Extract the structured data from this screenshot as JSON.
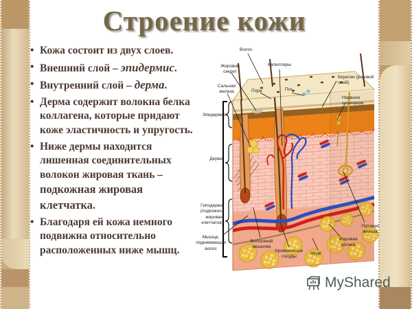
{
  "title": "Строение кожи",
  "ui": {
    "bullet_char": "•"
  },
  "bullets": [
    {
      "segments": [
        {
          "text": "Кожа состоит из двух слоев."
        }
      ]
    },
    {
      "segments": [
        {
          "text": "Внешний слой – "
        },
        {
          "text": "эпидермис",
          "style": "emphasis-italic"
        },
        {
          "text": "."
        }
      ]
    },
    {
      "segments": [
        {
          "text": "Внутренний слой – "
        },
        {
          "text": "дерма",
          "style": "emphasis-italic"
        },
        {
          "text": "."
        }
      ]
    },
    {
      "segments": [
        {
          "text": "Дерма содержит волокна белка коллагена, которые придают коже эластичность и упругость."
        }
      ]
    },
    {
      "segments": [
        {
          "text": "Ниже дермы находится лишенная соединительных волокон жировая ткань – "
        },
        {
          "text": "подкожная жировая клетчатка",
          "style": "emphasis-bold"
        },
        {
          "text": "."
        }
      ]
    },
    {
      "segments": [
        {
          "text": "Благодаря ей кожа немного подвижна относительно расположенных ниже мышц."
        }
      ]
    }
  ],
  "diagram": {
    "description": "Анатомическая схема строения кожи (поперечный срез)",
    "labels": [
      {
        "id": "hair",
        "text": "Волос"
      },
      {
        "id": "sebum",
        "text": "Жировой секрет"
      },
      {
        "id": "capillaries",
        "text": "Капилляры"
      },
      {
        "id": "sebaceous-gland",
        "text": "Сальная железа"
      },
      {
        "id": "pore",
        "text": "Пора"
      },
      {
        "id": "sweat",
        "text": "Пот"
      },
      {
        "id": "keratin",
        "text": "Кератин (роговой слой)"
      },
      {
        "id": "nerve-ending",
        "text": "Нервное окончание"
      },
      {
        "id": "epidermis",
        "text": "Эпидермис"
      },
      {
        "id": "dermis",
        "text": "Дерма"
      },
      {
        "id": "hypodermis",
        "text": "Гиподерма (подкожно- жировая клетчатка)"
      },
      {
        "id": "arrector-muscle",
        "text": "Мышца, поднимающая волос"
      },
      {
        "id": "hair-follicle",
        "text": "Волосяной мешочек"
      },
      {
        "id": "blood-vessels",
        "text": "Кровеносные сосуды"
      },
      {
        "id": "nerve",
        "text": "Нерв"
      },
      {
        "id": "fat-lobule",
        "text": "Жировая долька"
      },
      {
        "id": "sweat-gland",
        "text": "Потовая железа"
      }
    ]
  },
  "watermark": {
    "text": "MyShared"
  },
  "colors": {
    "title": "#766749",
    "body_text": "#4b3a31",
    "strip_tan": "#c9ad82",
    "epidermis_cream": "#f5e8c6",
    "keratin_brown": "#96601f",
    "epidermis_orange": "#ec8218",
    "dermis_pink": "#f8cabc",
    "hypodermis_salmon": "#f2a88a",
    "fat_yellow": "#eaba42",
    "vessel_red": "#d02218",
    "vessel_blue": "#2a4fc0"
  }
}
